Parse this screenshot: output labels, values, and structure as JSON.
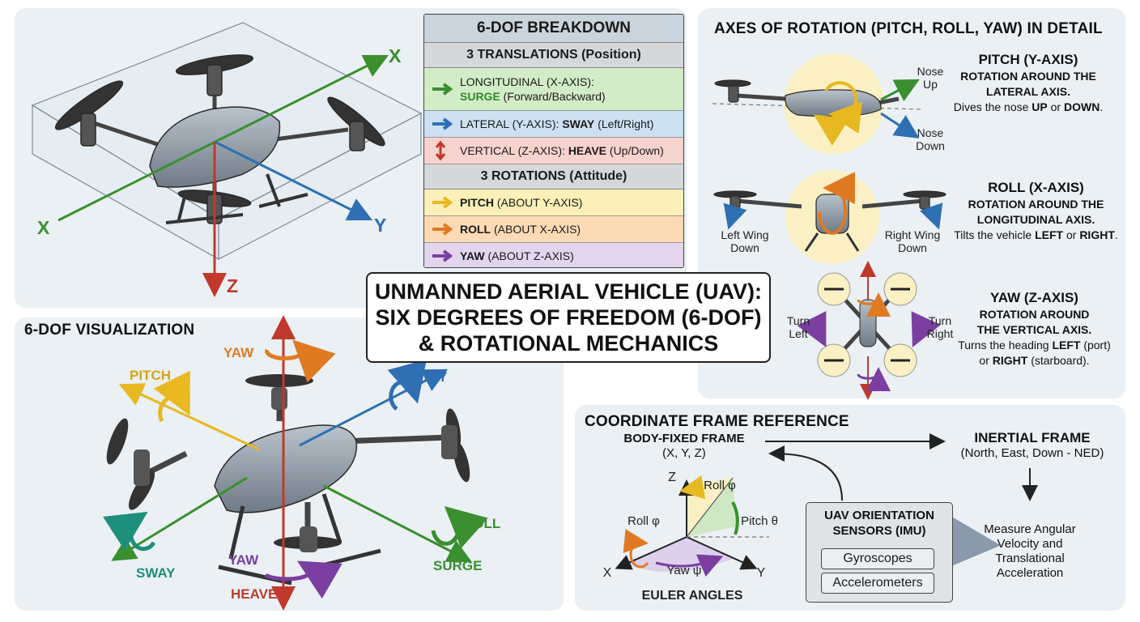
{
  "main_title": {
    "line1": "UNMANNED AERIAL VEHICLE (UAV):",
    "line2": "SIX DEGREES OF FREEDOM (6-DOF)",
    "line3": "& ROTATIONAL MECHANICS"
  },
  "drone_axes": {
    "x_top": "X",
    "x_bottom": "X",
    "y": "Y",
    "z": "Z"
  },
  "dof_table": {
    "title": "6-DOF BREAKDOWN",
    "translations_header": "3 TRANSLATIONS (Position)",
    "rotations_header": "3 ROTATIONS (Attitude)",
    "surge": {
      "line1": "LONGITUDINAL (X-AXIS):",
      "term": "SURGE",
      "detail": " (Forward/Backward)"
    },
    "sway": {
      "prefix": "LATERAL (Y-AXIS): ",
      "term": "SWAY",
      "detail": " (Left/Right)"
    },
    "heave": {
      "prefix": "VERTICAL (Z-AXIS): ",
      "term": "HEAVE",
      "detail": " (Up/Down)"
    },
    "pitch": {
      "term": "PITCH",
      "detail": " (ABOUT Y-AXIS)"
    },
    "roll": {
      "term": "ROLL",
      "detail": " (ABOUT X-AXIS)"
    },
    "yaw": {
      "term": "YAW",
      "detail": " (ABOUT Z-AXIS)"
    }
  },
  "visualization": {
    "title": "6-DOF VISUALIZATION",
    "labels": {
      "yaw_top": "YAW",
      "pitch": "PITCH",
      "sway_right": "SWAY",
      "sway_left": "SWAY",
      "roll": "ROLL",
      "surge": "SURGE",
      "yaw_bottom": "YAW",
      "heave": "HEAVE"
    }
  },
  "rotation_detail": {
    "title": "AXES OF ROTATION (PITCH, ROLL, YAW) IN DETAIL",
    "pitch": {
      "heading": "PITCH (Y-AXIS)",
      "line1": "ROTATION AROUND THE",
      "line2": "LATERAL AXIS.",
      "desc_pre": "Dives the nose ",
      "up": "UP",
      "mid": " or ",
      "down": "DOWN",
      "end": ".",
      "nose_up_1": "Nose",
      "nose_up_2": "Up",
      "nose_down_1": "Nose",
      "nose_down_2": "Down"
    },
    "roll": {
      "heading": "ROLL (X-AXIS)",
      "line1": "ROTATION AROUND THE",
      "line2": "LONGITUDINAL AXIS.",
      "desc_pre": "Tilts the vehicle ",
      "left": "LEFT",
      "mid": " or ",
      "right": "RIGHT",
      "end": ".",
      "left_wing_1": "Left Wing",
      "left_wing_2": "Down",
      "right_wing_1": "Right Wing",
      "right_wing_2": "Down"
    },
    "yaw": {
      "heading": "YAW (Z-AXIS)",
      "line1": "ROTATION AROUND",
      "line2": "THE VERTICAL AXIS.",
      "desc_pre": "Turns the heading ",
      "left": "LEFT",
      "mid1": " (port)",
      "or": "or ",
      "right": "RIGHT",
      "end": " (starboard).",
      "turn_left_1": "Turn",
      "turn_left_2": "Left",
      "turn_right_1": "Turn",
      "turn_right_2": "Right"
    }
  },
  "coordinate_frame": {
    "title": "COORDINATE FRAME REFERENCE",
    "body_frame_1": "BODY-FIXED FRAME",
    "body_frame_2": "(X, Y, Z)",
    "inertial_1": "INERTIAL FRAME",
    "inertial_2": "(North, East, Down - NED)",
    "euler": {
      "z": "Z",
      "x": "X",
      "y": "Y",
      "roll_top": "Roll φ",
      "roll_left": "Roll φ",
      "pitch": "Pitch θ",
      "yaw": "Yaw ψ",
      "caption": "EULER ANGLES"
    },
    "imu": {
      "title_1": "UAV ORIENTATION",
      "title_2": "SENSORS (IMU)",
      "gyro": "Gyroscopes",
      "accel": "Accelerometers"
    },
    "measure": {
      "line1": "Measure Angular",
      "line2": "Velocity and",
      "line3": "Translational",
      "line4": "Acceleration"
    }
  },
  "colors": {
    "green": "#3a8f2e",
    "blue": "#2f6fb3",
    "red": "#c0392b",
    "yellow": "#e8b820",
    "orange": "#e07a22",
    "purple": "#7a3fa0",
    "teal": "#1e8f7a",
    "panel": "#eaf0f4"
  }
}
